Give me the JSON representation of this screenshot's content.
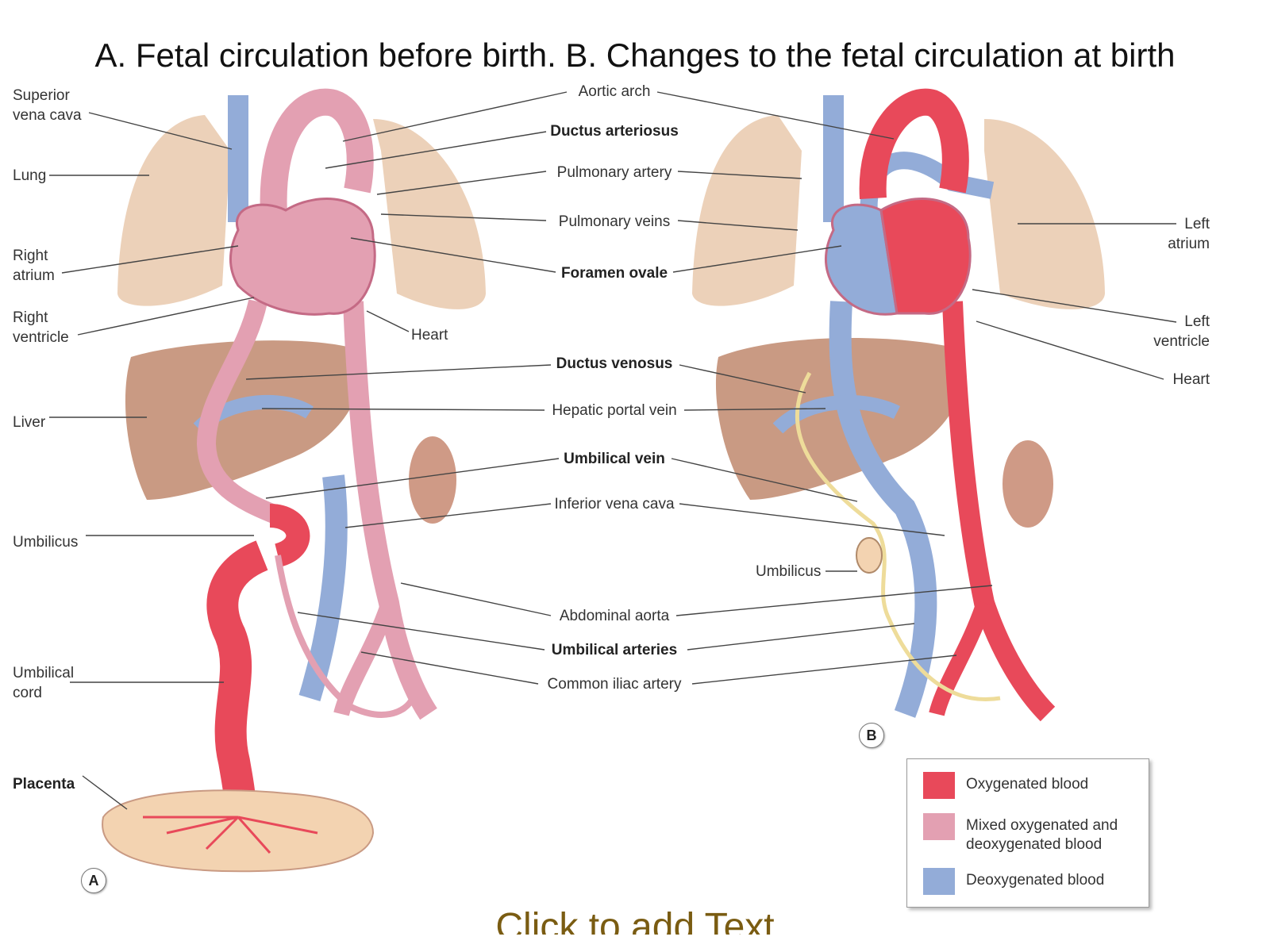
{
  "title": "A. Fetal circulation before birth. B. Changes to the fetal circulation at birth",
  "labels_left": {
    "superior_vena_cava": "Superior\nvena cava",
    "lung": "Lung",
    "right_atrium": "Right\natrium",
    "right_ventricle": "Right\nventricle",
    "liver": "Liver",
    "umbilicus": "Umbilicus",
    "umbilical_cord": "Umbilical\ncord",
    "placenta": "Placenta",
    "heart": "Heart"
  },
  "labels_center": {
    "aortic_arch": "Aortic arch",
    "ductus_arteriosus": "Ductus arteriosus",
    "pulmonary_artery": "Pulmonary artery",
    "pulmonary_veins": "Pulmonary veins",
    "foramen_ovale": "Foramen ovale",
    "ductus_venosus": "Ductus venosus",
    "hepatic_portal_vein": "Hepatic portal vein",
    "umbilical_vein": "Umbilical vein",
    "inferior_vena_cava": "Inferior vena cava",
    "abdominal_aorta": "Abdominal aorta",
    "umbilical_arteries": "Umbilical arteries",
    "common_iliac_artery": "Common iliac artery"
  },
  "labels_right": {
    "left_atrium": "Left\natrium",
    "left_ventricle": "Left\nventricle",
    "heart": "Heart",
    "umbilicus": "Umbilicus"
  },
  "panel_badges": {
    "a": "A",
    "b": "B"
  },
  "legend": {
    "items": [
      {
        "label": "Oxygenated blood",
        "color": "#e8495a"
      },
      {
        "label": "Mixed oxygenated and\ndeoxygenated blood",
        "color": "#e3a0b2"
      },
      {
        "label": "Deoxygenated blood",
        "color": "#93acd8"
      }
    ]
  },
  "colors": {
    "oxygenated": "#e8495a",
    "mixed": "#e3a0b2",
    "deoxygenated": "#93acd8",
    "lung": "#ecd1b9",
    "liver": "#c99a83",
    "placenta": "#f3d3b1",
    "ligament": "#eedc9a"
  },
  "footer_placeholder": "Click to add Text"
}
